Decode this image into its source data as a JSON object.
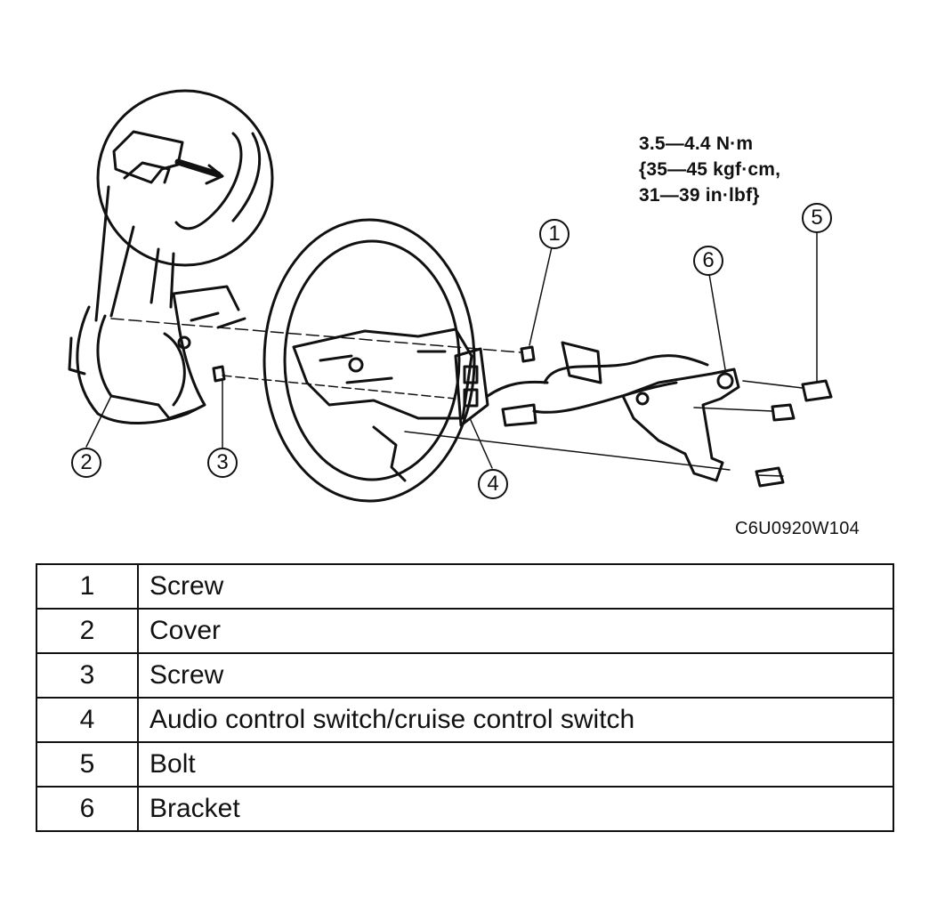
{
  "torque_spec": "3.5—4.4 N·m\n{35—45 kgf·cm,\n31—39 in·lbf}",
  "figure_code": "C6U0920W104",
  "callouts": [
    "1",
    "2",
    "3",
    "4",
    "5",
    "6"
  ],
  "parts": [
    {
      "no": "1",
      "name": "Screw"
    },
    {
      "no": "2",
      "name": "Cover"
    },
    {
      "no": "3",
      "name": "Screw"
    },
    {
      "no": "4",
      "name": "Audio control switch/cruise control switch"
    },
    {
      "no": "5",
      "name": "Bolt"
    },
    {
      "no": "6",
      "name": "Bracket"
    }
  ]
}
